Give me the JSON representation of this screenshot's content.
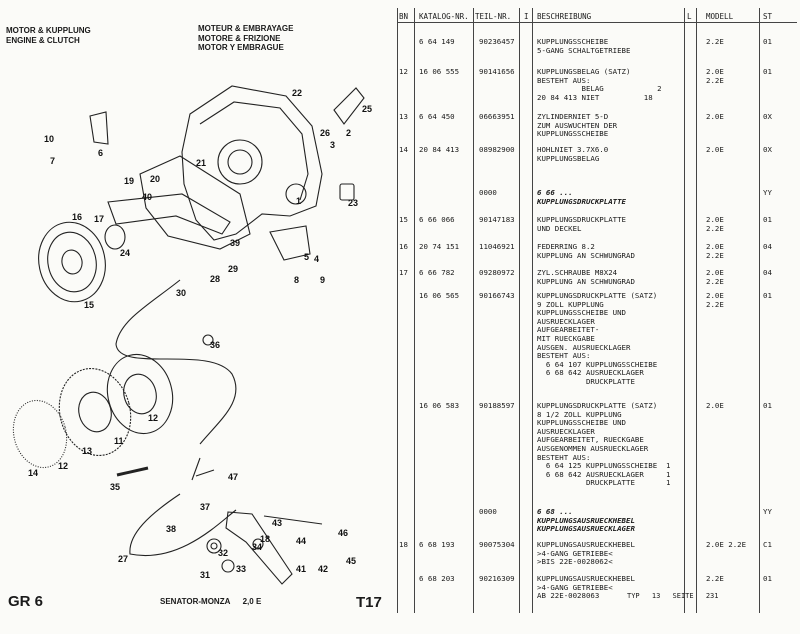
{
  "header": {
    "left": [
      "MOTOR & KUPPLUNG",
      "ENGINE & CLUTCH"
    ],
    "right": [
      "MOTEUR & EMBRAYAGE",
      "MOTORE & FRIZIONE",
      "MOTOR Y EMBRAGUE"
    ]
  },
  "footer": {
    "group": "GR 6",
    "model": "SENATOR-MONZA",
    "engine": "2,0 E",
    "page": "T17",
    "type_label": "TYP",
    "type_value": "13",
    "page_label": "SEITE",
    "page_value": "231"
  },
  "callouts": [
    "1",
    "2",
    "3",
    "4",
    "5",
    "6",
    "7",
    "8",
    "9",
    "10",
    "11",
    "12",
    "13",
    "14",
    "15",
    "16",
    "17",
    "18",
    "19",
    "20",
    "21",
    "22",
    "23",
    "24",
    "25",
    "26",
    "27",
    "28",
    "29",
    "30",
    "31",
    "32",
    "33",
    "34",
    "35",
    "36",
    "37",
    "38",
    "39",
    "40",
    "41",
    "42",
    "43",
    "44",
    "45",
    "46",
    "47"
  ],
  "table": {
    "headers": {
      "bn": "BN",
      "katalog": "KATALOG-NR.",
      "teil": "TEIL-NR.",
      "i": "I",
      "beschreibung": "BESCHREIBUNG",
      "l": "L",
      "modell": "MODELL",
      "st": "ST"
    },
    "rows": [
      {
        "bn": "",
        "katalog": "6 64 149",
        "teil": "90236457",
        "desc": [
          "KUPPLUNGSSCHEIBE",
          "5-GANG SCHALTGETRIEBE"
        ],
        "modell": [
          "2.2E"
        ],
        "st": "01",
        "italic": false
      },
      {
        "bn": "12",
        "katalog": "16 06 555",
        "teil": "90141656",
        "desc": [
          "KUPPLUNGSBELAG (SATZ)",
          "BESTEHT AUS:",
          "          BELAG            2",
          "20 84 413 NIET          18"
        ],
        "modell": [
          "2.0E",
          "2.2E"
        ],
        "st": "01",
        "italic": false
      },
      {
        "bn": "13",
        "katalog": "6 64 450",
        "teil": "06663951",
        "desc": [
          "ZYLINDERNIET 5-D",
          "ZUM AUSWUCHTEN DER",
          "KUPPLUNGSSCHEIBE"
        ],
        "modell": [
          "2.0E"
        ],
        "st": "0X",
        "italic": false
      },
      {
        "bn": "14",
        "katalog": "20 84 413",
        "teil": "08982900",
        "desc": [
          "HOHLNIET 3.7X6.0",
          "KUPPLUNGSBELAG"
        ],
        "modell": [
          "2.0E"
        ],
        "st": "0X",
        "italic": false
      },
      {
        "bn": "",
        "katalog": "",
        "teil": "0000",
        "desc": [
          "6 66 ...",
          "KUPPLUNGSDRUCKPLATTE"
        ],
        "modell": [],
        "st": "YY",
        "italic": true
      },
      {
        "bn": "15",
        "katalog": "6 66 066",
        "teil": "90147183",
        "desc": [
          "KUPPLUNGSDRUCKPLATTE",
          "UND DECKEL"
        ],
        "modell": [
          "2.0E",
          "2.2E"
        ],
        "st": "01",
        "italic": false
      },
      {
        "bn": "16",
        "katalog": "20 74 151",
        "teil": "11046921",
        "desc": [
          "FEDERRING 8.2",
          "KUPPLUNG AN SCHWUNGRAD"
        ],
        "modell": [
          "2.0E",
          "2.2E"
        ],
        "st": "04",
        "italic": false
      },
      {
        "bn": "17",
        "katalog": "6 66 782",
        "teil": "09280972",
        "desc": [
          "ZYL.SCHRAUBE M8X24",
          "KUPPLUNG AN SCHWUNGRAD"
        ],
        "modell": [
          "2.0E",
          "2.2E"
        ],
        "st": "04",
        "italic": false
      },
      {
        "bn": "",
        "katalog": "16 06 565",
        "teil": "90166743",
        "desc": [
          "KUPPLUNGSDRUCKPLATTE (SATZ)",
          "9 ZOLL KUPPLUNG",
          "KUPPLUNGSSCHEIBE UND",
          "AUSRUECKLAGER",
          "AUFGEARBEITET-",
          "MIT RUECKGABE",
          "AUSGEN. AUSRUECKLAGER",
          "BESTEHT AUS:",
          "  6 64 107 KUPPLUNGSSCHEIBE",
          "  6 68 642 AUSRUECKLAGER",
          "           DRUCKPLATTE"
        ],
        "modell": [
          "2.0E",
          "2.2E"
        ],
        "st": "01",
        "italic": false
      },
      {
        "bn": "",
        "katalog": "16 06 583",
        "teil": "90188597",
        "desc": [
          "KUPPLUNGSDRUCKPLATTE (SATZ)",
          "8 1/2 ZOLL KUPPLUNG",
          "KUPPLUNGSSCHEIBE UND",
          "AUSRUECKLAGER",
          "AUFGEARBEITET, RUECKGABE",
          "AUSGENOMMEN AUSRUECKLAGER",
          "BESTEHT AUS:",
          "  6 64 125 KUPPLUNGSSCHEIBE  1",
          "  6 68 642 AUSRUECKLAGER     1",
          "           DRUCKPLATTE       1"
        ],
        "modell": [
          "2.0E"
        ],
        "st": "01",
        "italic": false
      },
      {
        "bn": "",
        "katalog": "",
        "teil": "0000",
        "desc": [
          "6 68 ...",
          "KUPPLUNGSAUSRUECKHEBEL",
          "KUPPLUNGSAUSRUECKLAGER"
        ],
        "modell": [],
        "st": "YY",
        "italic": true
      },
      {
        "bn": "18",
        "katalog": "6 68 193",
        "teil": "90075304",
        "desc": [
          "KUPPLUNGSAUSRUECKHEBEL",
          ">4-GANG GETRIEBE<",
          ">BIS 22E-0028062<"
        ],
        "modell": [
          "2.0E 2.2E"
        ],
        "st": "C1",
        "italic": false
      },
      {
        "bn": "",
        "katalog": "6 68 203",
        "teil": "90216309",
        "desc": [
          "KUPPLUNGSAUSRUECKHEBEL",
          ">4-GANG GETRIEBE<",
          "AB 22E-0028063"
        ],
        "modell": [
          "2.2E"
        ],
        "st": "01",
        "italic": false
      }
    ]
  }
}
